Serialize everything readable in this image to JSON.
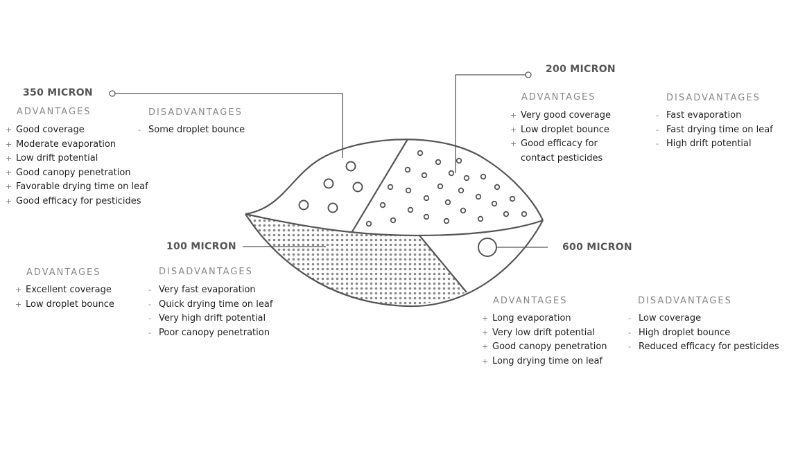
{
  "sections": {
    "s350": {
      "title": "350 MICRON",
      "adv_label": "ADVANTAGES",
      "dis_label": "DISADVANTAGES",
      "advantages": [
        "Good coverage",
        "Moderate evaporation",
        "Low drift potential",
        "Good canopy penetration",
        "Favorable drying time on leaf",
        "Good efficacy for pesticides"
      ],
      "disadvantages": [
        "Some droplet bounce"
      ]
    },
    "s200": {
      "title": "200 MICRON",
      "adv_label": "ADVANTAGES",
      "dis_label": "DISADVANTAGES",
      "advantages": [
        "Very good coverage",
        "Low droplet bounce",
        "Good efficacy for",
        "contact pesticides"
      ],
      "disadvantages": [
        "Fast evaporation",
        "Fast drying time on leaf",
        "High drift potential"
      ]
    },
    "s100": {
      "title": "100 MICRON",
      "adv_label": "ADVANTAGES",
      "dis_label": "DISADVANTAGES",
      "advantages": [
        "Excellent coverage",
        "Low droplet bounce"
      ],
      "disadvantages": [
        "Very fast evaporation",
        "Quick drying time on leaf",
        "Very high drift potential",
        "Poor canopy penetration"
      ]
    },
    "s600": {
      "title": "600 MICRON",
      "adv_label": "ADVANTAGES",
      "dis_label": "DISADVANTAGES",
      "advantages": [
        "Long evaporation",
        "Very low drift potential",
        "Good canopy penetration",
        "Long drying time on leaf"
      ],
      "disadvantages": [
        "Low coverage",
        "High droplet bounce",
        "Reduced efficacy for pesticides"
      ]
    }
  },
  "markers": {
    "plus": "+",
    "minus": "-"
  },
  "colors": {
    "line": "#555555",
    "text": "#222222",
    "header": "#888888"
  }
}
